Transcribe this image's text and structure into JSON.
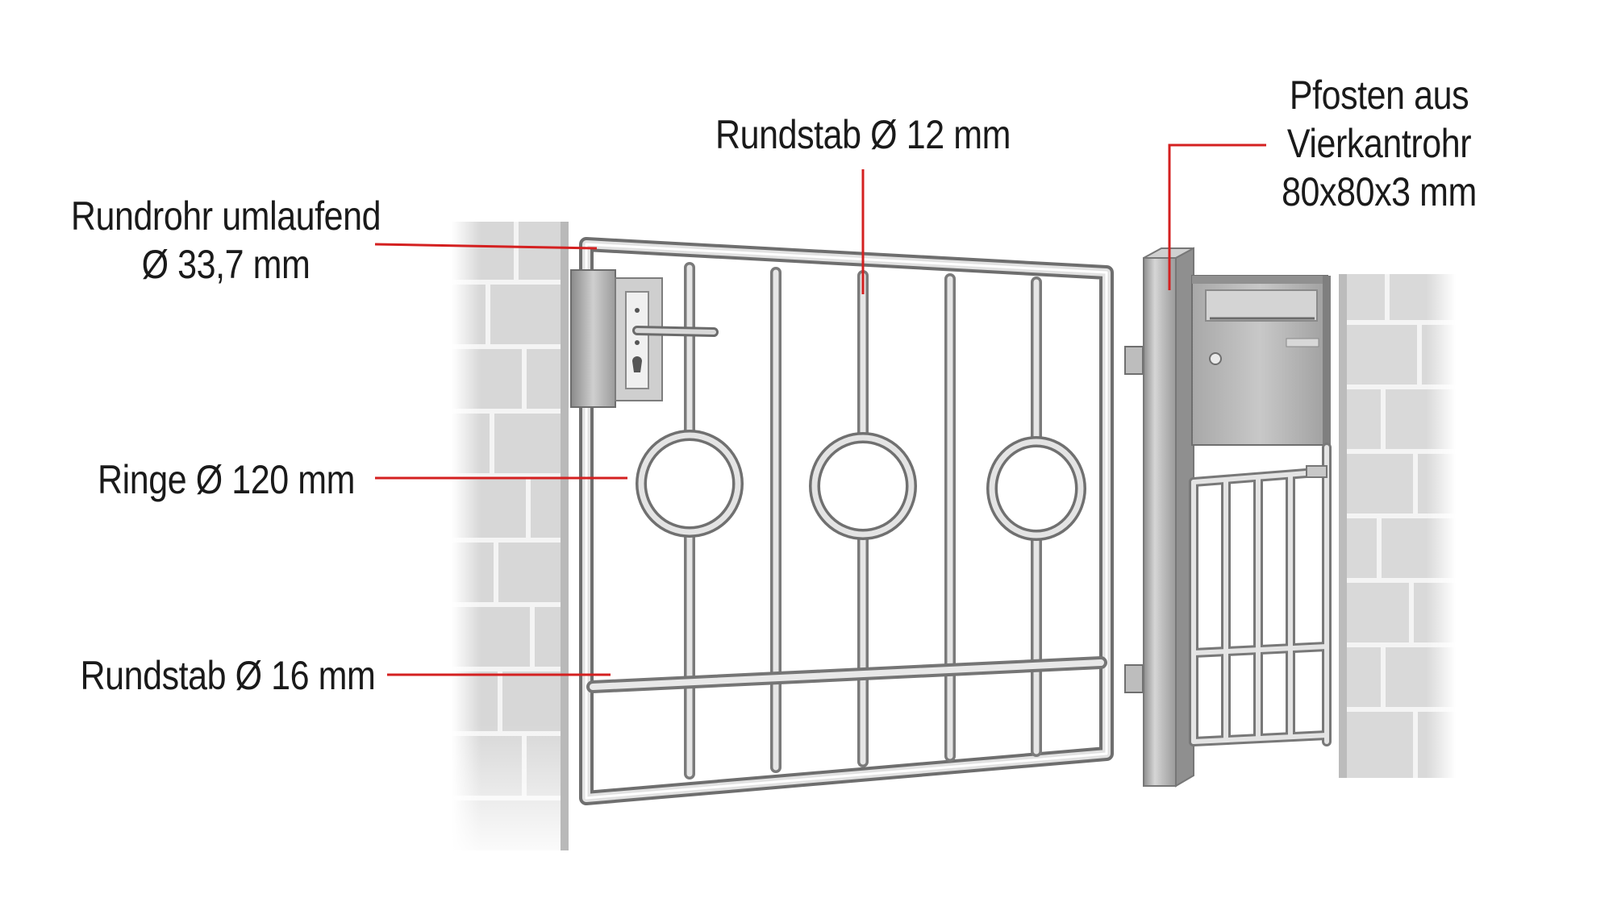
{
  "annotations": {
    "rundrohr": {
      "line1": "Rundrohr umlaufend",
      "line2": "Ø 33,7 mm"
    },
    "rundstab12": {
      "text": "Rundstab Ø 12 mm"
    },
    "pfosten": {
      "line1": "Pfosten aus",
      "line2": "Vierkantrohr",
      "line3": "80x80x3 mm"
    },
    "ringe": {
      "text": "Ringe Ø 120 mm"
    },
    "rundstab16": {
      "text": "Rundstab Ø 16 mm"
    }
  },
  "colors": {
    "leader_line": "#d42020",
    "steel": "#c9c9c9",
    "steel_dark": "#7a7a7a",
    "brick": "#d8d8d8"
  }
}
